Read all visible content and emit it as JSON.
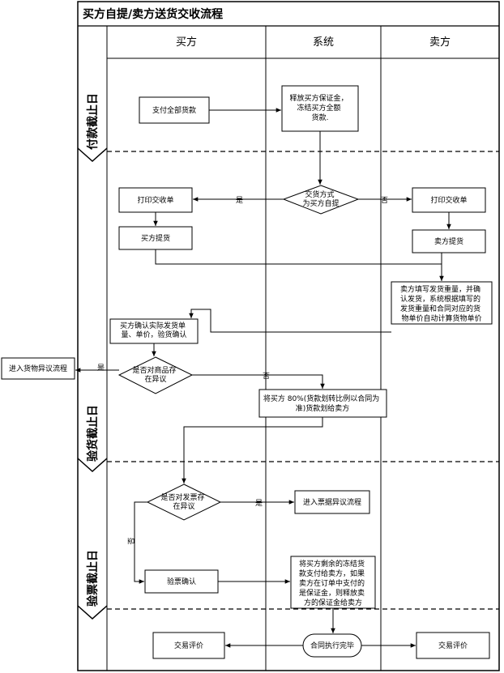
{
  "title": "买方自提/卖方送货交收流程",
  "lanes": {
    "buyer": "买方",
    "system": "系统",
    "seller": "卖方"
  },
  "phases": [
    "付款截止日",
    "验货截止日",
    "验票截止日"
  ],
  "nodes": {
    "pay": [
      "支付全部货款"
    ],
    "release": [
      "释放买方保证金，",
      "冻结买方全额",
      "货款."
    ],
    "decision_pickup": [
      "交货方式",
      "为买方自提"
    ],
    "print_buyer": [
      "打印交收单"
    ],
    "print_seller": [
      "打印交收单"
    ],
    "buyer_pickup": [
      "买方提货"
    ],
    "seller_ship": [
      "卖方提货"
    ],
    "seller_fill": [
      "卖方填写发货重量，并确",
      "认发货，系统根据填写的",
      "发货重量和合同对应的货",
      "物单价自动计算货物单价"
    ],
    "buyer_confirm": [
      "买方确认实际发货单",
      "量、单价，验货确认"
    ],
    "decision_goods": [
      "是否对商品存",
      "在异议"
    ],
    "goods_dispute": [
      "进入货物异议流程"
    ],
    "transfer80": [
      "将买方 80%(货款划转比例以合同为",
      "准)货款划给卖方"
    ],
    "decision_invoice": [
      "是否对发票存",
      "在异议"
    ],
    "invoice_dispute": [
      "进入票据异议流程"
    ],
    "invoice_confirm": [
      "验票确认"
    ],
    "remaining": [
      "将买方剩余的冻结货",
      "款支付给卖方，如果",
      "卖方在订单中支付的",
      "是保证金，则释放卖",
      "方的保证金给卖方"
    ],
    "complete": [
      "合同执行完毕"
    ],
    "eval_buyer": [
      "交易评价"
    ],
    "eval_seller": [
      "交易评价"
    ]
  },
  "edges": {
    "yes": "是",
    "no": "否"
  }
}
